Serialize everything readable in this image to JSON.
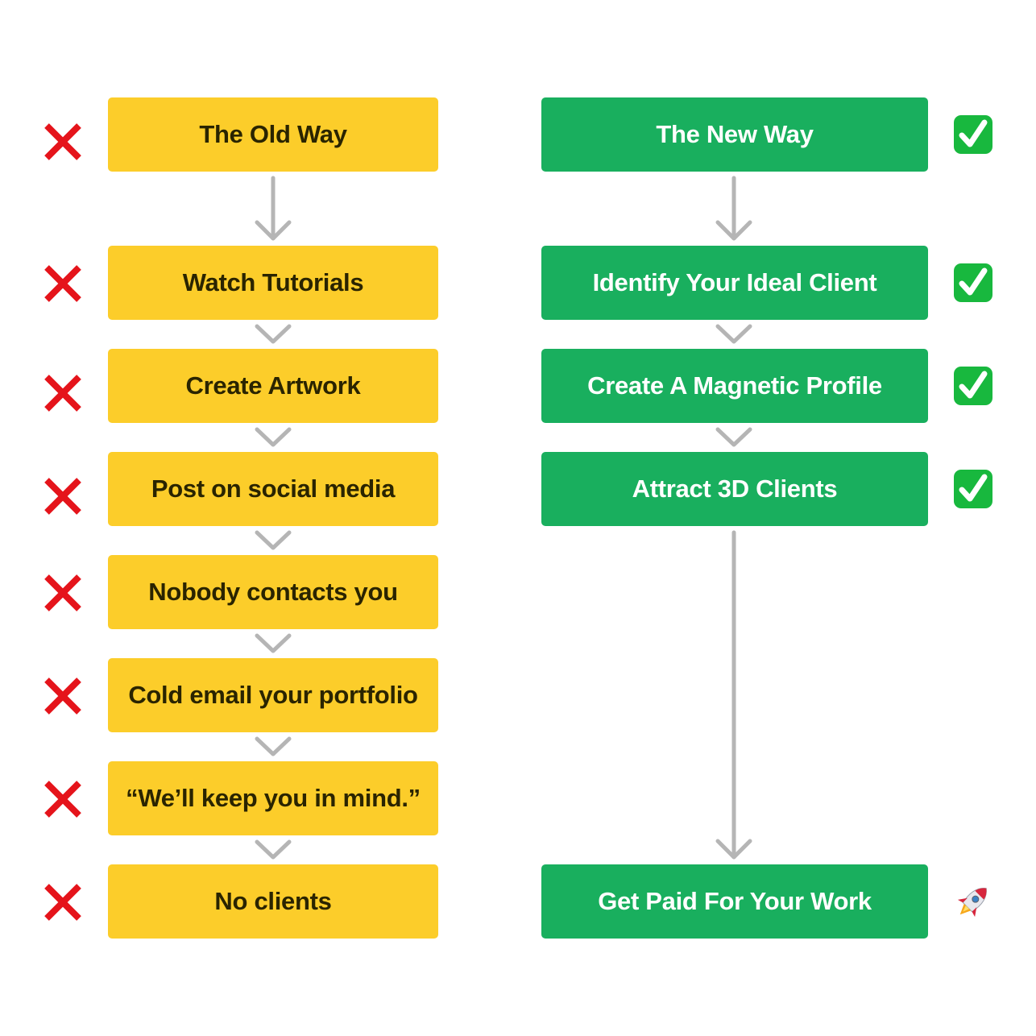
{
  "colors": {
    "old_box": "#FCCD2A",
    "old_text": "#2A2400",
    "new_box": "#19AF5E",
    "new_text": "#FFFFFF",
    "cross": "#E5141B",
    "check": "#18B83E",
    "arrow": "#B5B5B5"
  },
  "old_way": {
    "steps": [
      {
        "label": "The Old Way",
        "icon": "cross-icon"
      },
      {
        "label": "Watch Tutorials",
        "icon": "cross-icon"
      },
      {
        "label": "Create Artwork",
        "icon": "cross-icon"
      },
      {
        "label": "Post on social media",
        "icon": "cross-icon"
      },
      {
        "label": "Nobody contacts you",
        "icon": "cross-icon"
      },
      {
        "label": "Cold email your portfolio",
        "icon": "cross-icon"
      },
      {
        "label": "“We’ll keep you in mind.”",
        "icon": "cross-icon"
      },
      {
        "label": "No clients",
        "icon": "cross-icon"
      }
    ]
  },
  "new_way": {
    "steps": [
      {
        "label": "The New Way",
        "icon": "check-icon"
      },
      {
        "label": "Identify Your Ideal Client",
        "icon": "check-icon"
      },
      {
        "label": "Create A Magnetic Profile",
        "icon": "check-icon"
      },
      {
        "label": "Attract 3D Clients",
        "icon": "check-icon"
      },
      {
        "label": "Get Paid For Your Work",
        "icon": "rocket-icon"
      }
    ]
  }
}
